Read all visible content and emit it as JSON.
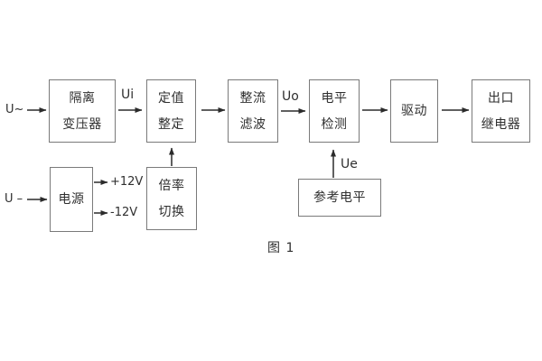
{
  "diagram": {
    "caption": "图 1",
    "inputs": {
      "ac_label": "U~",
      "dc_label": "U –"
    },
    "signal_labels": {
      "ui": "Ui",
      "uo": "Uo",
      "ue": "Ue",
      "plus_12v": "+12V",
      "minus_12v": "-12V"
    },
    "boxes": {
      "isolation_transformer": {
        "line1": "隔离",
        "line2": "变压器"
      },
      "setting_adjustment": {
        "line1": "定值",
        "line2": "整定"
      },
      "rectifier_filter": {
        "line1": "整流",
        "line2": "滤波"
      },
      "level_detection": {
        "line1": "电平",
        "line2": "检测"
      },
      "drive": {
        "line1": "驱动"
      },
      "output_relay": {
        "line1": "出口",
        "line2": "继电器"
      },
      "power_supply": {
        "line1": "电源"
      },
      "ratio_switch": {
        "line1": "倍率",
        "line2": "切换"
      },
      "reference_level": {
        "line1": "参考电平"
      }
    },
    "colors": {
      "background": "#ffffff",
      "border": "#7a7a7a",
      "line": "#2b2b2b",
      "text": "#2f2f2f"
    }
  }
}
